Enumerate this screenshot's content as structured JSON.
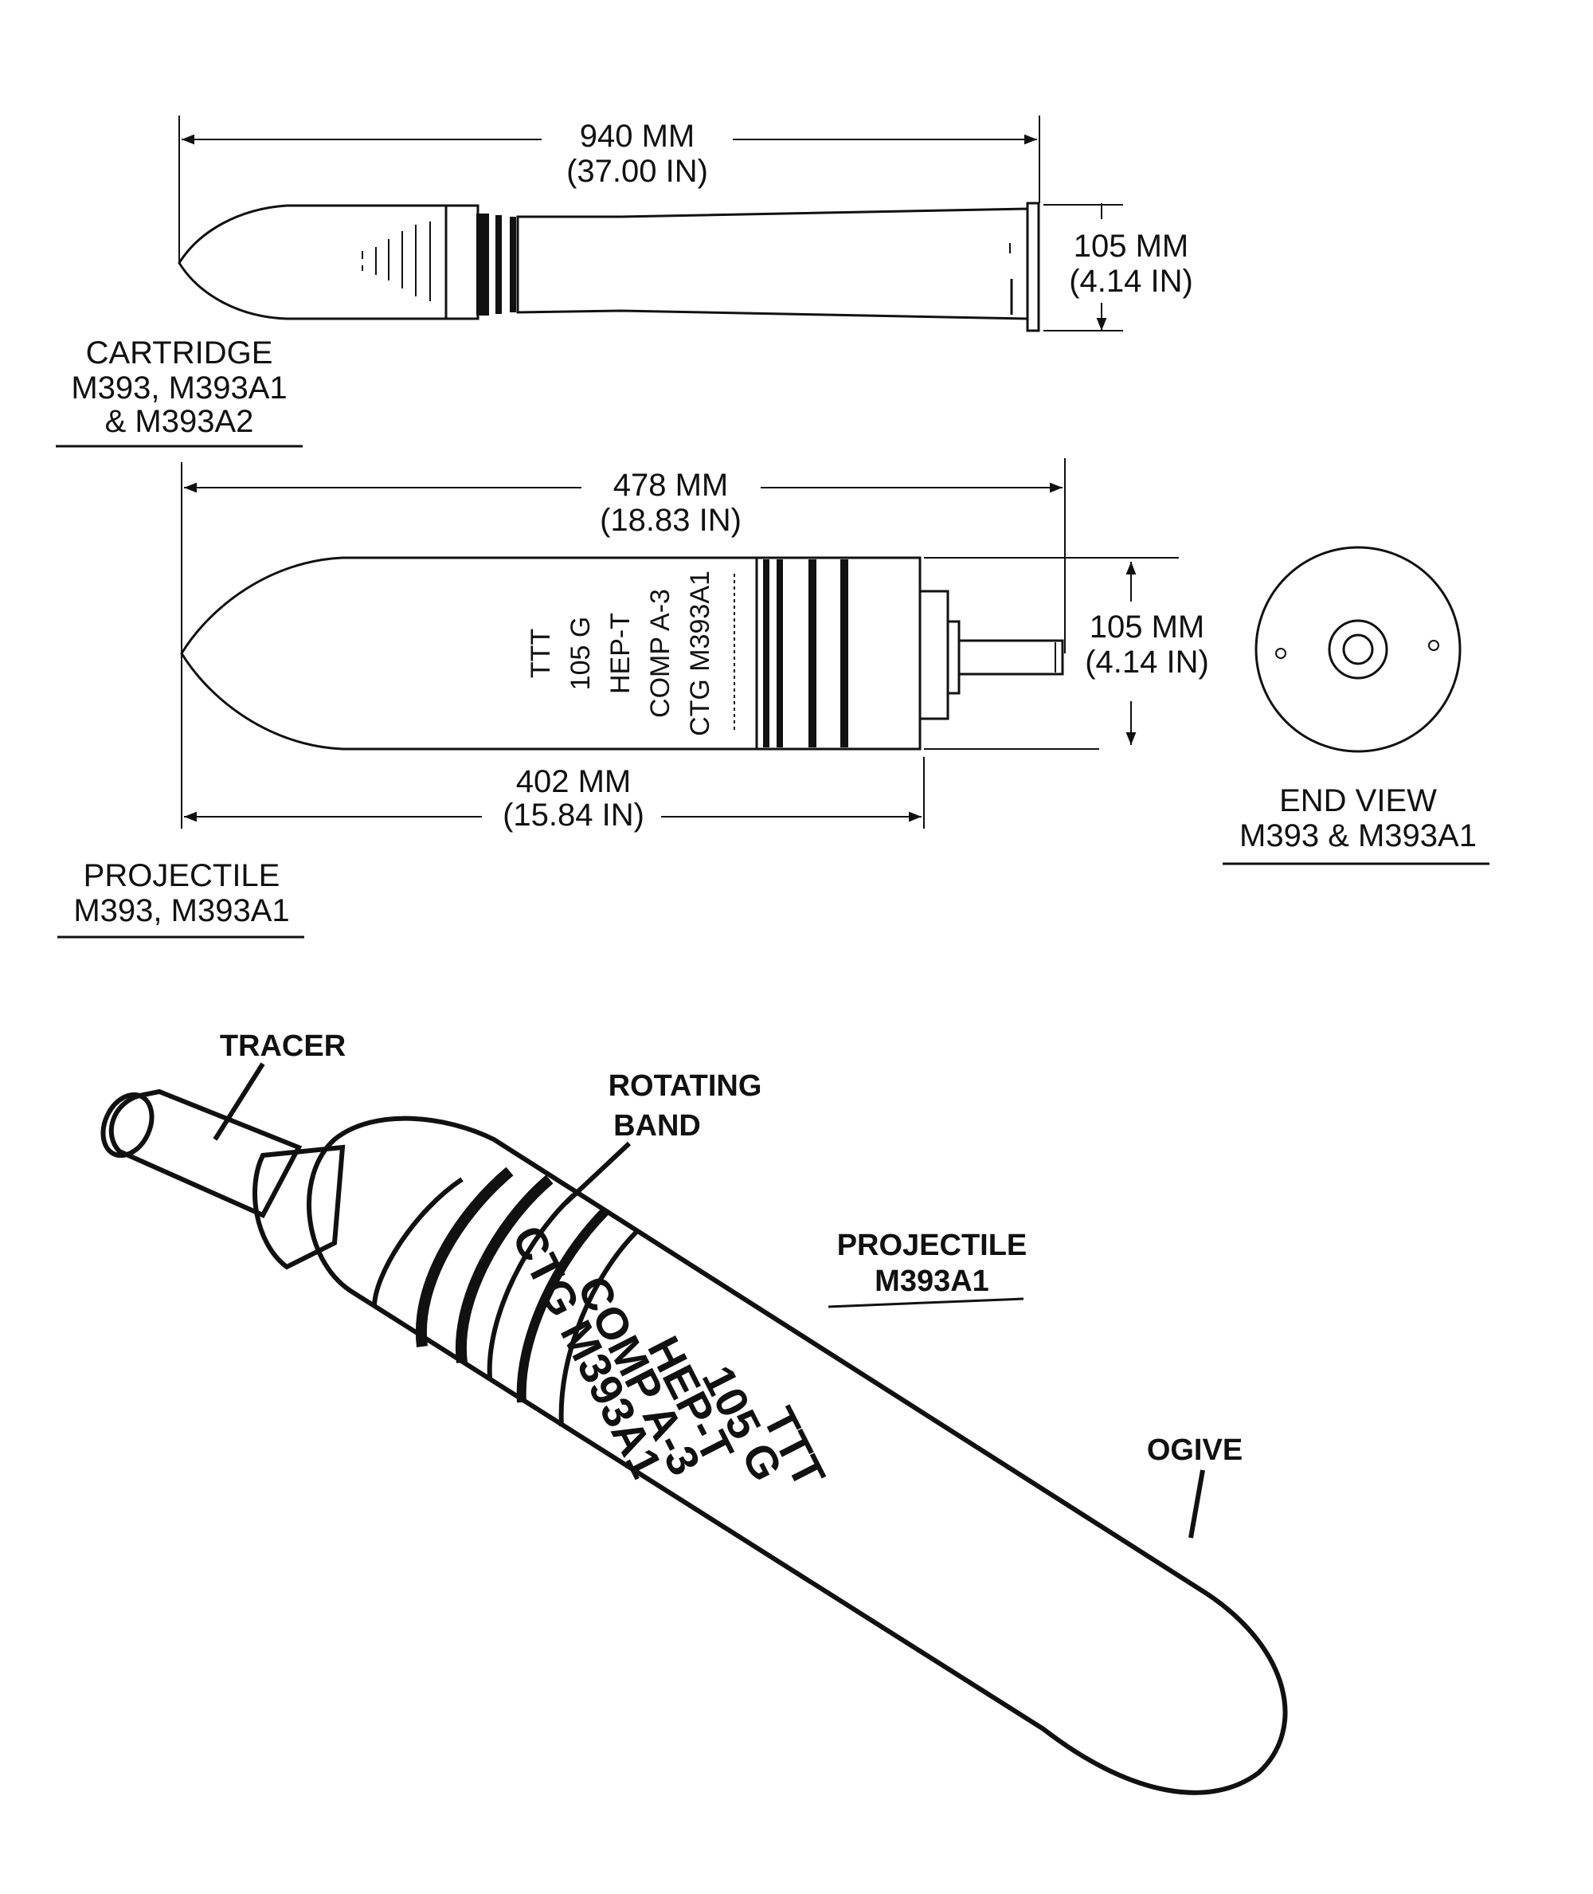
{
  "cartridge": {
    "length_mm": "940 MM",
    "length_in": "(37.00 IN)",
    "dia_mm": "105 MM",
    "dia_in": "(4.14 IN)",
    "caption_line1": "CARTRIDGE",
    "caption_line2": "M393, M393A1",
    "caption_line3": "& M393A2"
  },
  "projectile": {
    "length_mm": "478 MM",
    "length_in": "(18.83 IN)",
    "body_mm": "402 MM",
    "body_in": "(15.84 IN)",
    "dia_mm": "105 MM",
    "dia_in": "(4.14 IN)",
    "marking": [
      "TTT",
      "105 G",
      "HEP-T",
      "COMP A-3",
      "CTG M393A1"
    ],
    "caption_line1": "PROJECTILE",
    "caption_line2": "M393, M393A1"
  },
  "end_view": {
    "caption_line1": "END VIEW",
    "caption_line2": "M393 & M393A1"
  },
  "isometric": {
    "tracer": "TRACER",
    "rotating_band_line1": "ROTATING",
    "rotating_band_line2": "BAND",
    "projectile_line1": "PROJECTILE",
    "projectile_line2": "M393A1",
    "ogive": "OGIVE",
    "marking": [
      "TTT",
      "105 G",
      "HEP-T",
      "COMP A-3",
      "CTG M393A1"
    ]
  }
}
